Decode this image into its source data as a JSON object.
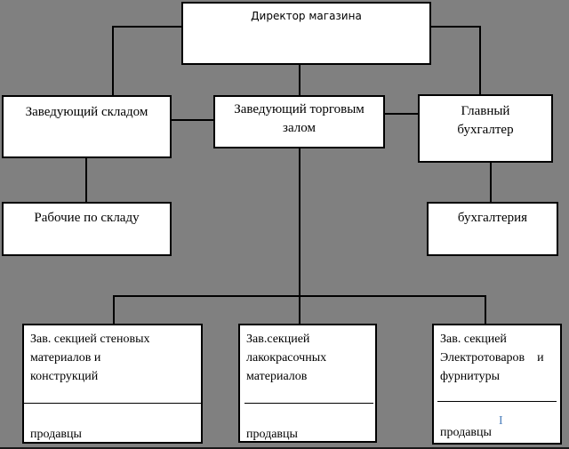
{
  "colors": {
    "canvas_background": "#808080",
    "box_background": "#ffffff",
    "border_and_lines": "#000000",
    "text_cursor": "#4f81bd"
  },
  "nodes": {
    "director": {
      "label": "Директор магазина"
    },
    "warehouse_manager": {
      "label": "Заведующий складом"
    },
    "sales_floor_manager": {
      "line1": "Заведующий торговым",
      "line2": "залом"
    },
    "chief_accountant": {
      "line1": "Главный",
      "line2": "бухгалтер"
    },
    "warehouse_workers": {
      "label": "Рабочие по складу"
    },
    "accounting": {
      "label": "бухгалтерия"
    },
    "section_wall_materials": {
      "head_lines": [
        "Зав. секцией стеновых",
        "материалов и",
        "конструкций"
      ],
      "staff": "продавцы"
    },
    "section_paint_materials": {
      "head_lines": [
        "Зав.секцией",
        "лакокрасочных",
        "материалов"
      ],
      "staff": "продавцы"
    },
    "section_electrical": {
      "head_lines": [
        "Зав. секцией",
        "Электротоваров    и",
        "фурнитуры"
      ],
      "staff": "продавцы"
    }
  }
}
